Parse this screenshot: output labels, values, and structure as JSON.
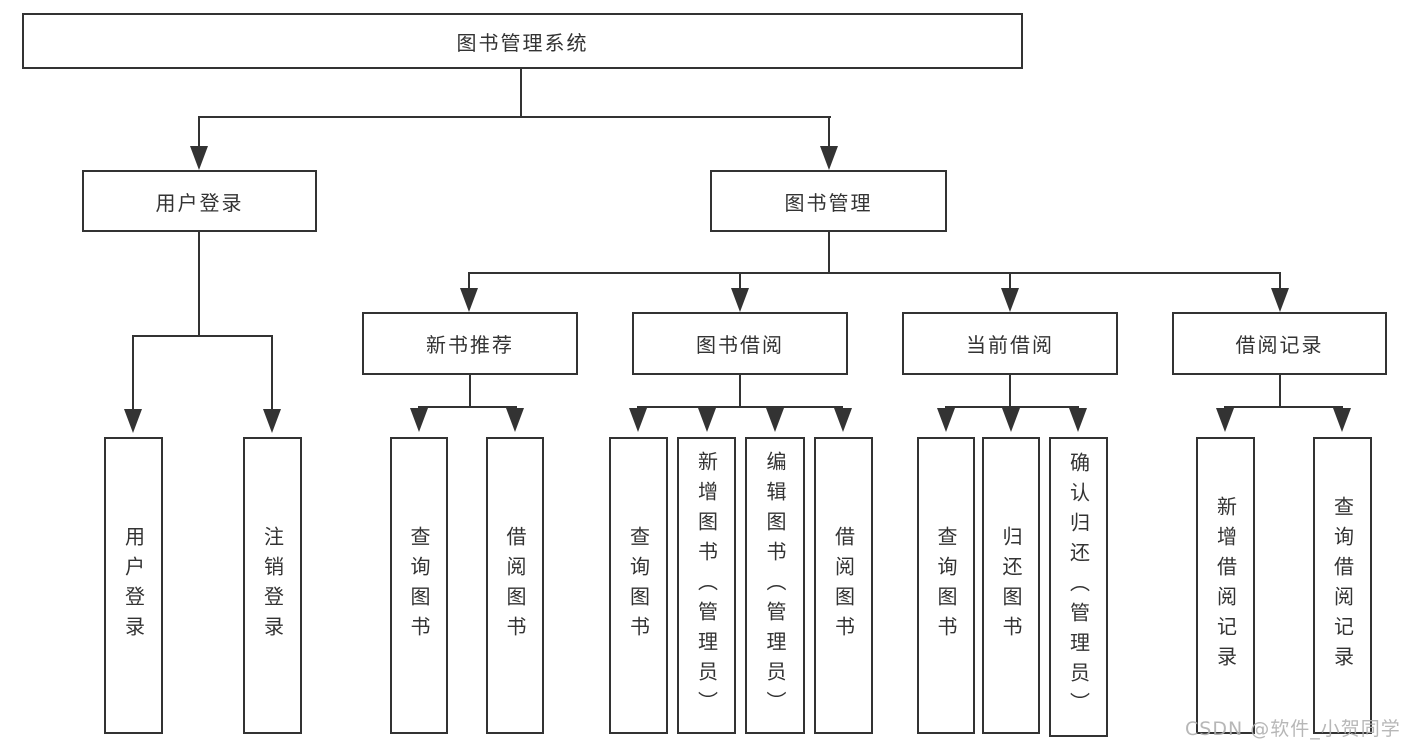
{
  "tree": {
    "root": {
      "label": "图书管理系统",
      "children": [
        {
          "label": "用户登录",
          "children": [
            {
              "label": "用户登录"
            },
            {
              "label": "注销登录"
            }
          ]
        },
        {
          "label": "图书管理",
          "children": [
            {
              "label": "新书推荐",
              "children": [
                {
                  "label": "查询图书"
                },
                {
                  "label": "借阅图书"
                }
              ]
            },
            {
              "label": "图书借阅",
              "children": [
                {
                  "label": "查询图书"
                },
                {
                  "label": "新增图书（管理员）"
                },
                {
                  "label": "编辑图书（管理员）"
                },
                {
                  "label": "借阅图书"
                }
              ]
            },
            {
              "label": "当前借阅",
              "children": [
                {
                  "label": "查询图书"
                },
                {
                  "label": "归还图书"
                },
                {
                  "label": "确认归还（管理员）"
                }
              ]
            },
            {
              "label": "借阅记录",
              "children": [
                {
                  "label": "新增借阅记录"
                },
                {
                  "label": "查询借阅记录"
                }
              ]
            }
          ]
        }
      ]
    }
  },
  "watermark": {
    "text": "CSDN @软件_小贺同学"
  },
  "colors": {
    "line": "#333333",
    "text": "#333333",
    "watermark": "#b3b3b3",
    "background": "#ffffff"
  }
}
